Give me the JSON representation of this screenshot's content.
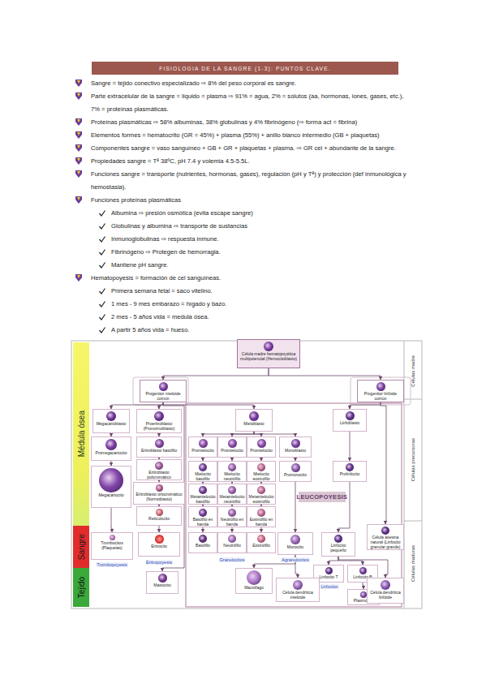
{
  "diagram": {
    "title": "FISIOLOGIA DE LA SANGRE (1-3): PUNTOS CLAVE.",
    "nodes": [
      {
        "text": [
          "Célula madre hematopoyética multipotencial (Hemocitoblasto)"
        ]
      },
      {
        "text": [
          "Progenitor mieloide común"
        ]
      },
      {
        "text": [
          "Progenitor linfoide común"
        ]
      },
      {
        "text": [
          "Megacarioblasto"
        ]
      },
      {
        "text": [
          "Proeritroblasto (Pronormoblasto)"
        ]
      },
      {
        "text": [
          "Mieloblasto"
        ]
      },
      {
        "text": [
          "Linfoblasto"
        ]
      },
      {
        "text": [
          "Promegacariocito"
        ]
      },
      {
        "text": [
          "Eritroblasto basófilo"
        ]
      },
      {
        "text": [
          "Promielocito"
        ]
      },
      {
        "text": [
          "Promielocito"
        ]
      },
      {
        "text": [
          "Promielocito"
        ]
      },
      {
        "text": [
          "Monoblasto"
        ]
      },
      {
        "text": [
          "Eritroblasto policromático"
        ]
      },
      {
        "text": [
          "Megacariocito"
        ]
      },
      {
        "text": [
          "Mielocito basófilo"
        ]
      },
      {
        "text": [
          "Mielocito neutrófilo"
        ]
      },
      {
        "text": [
          "Mielocito eosinófilo"
        ]
      },
      {
        "text": [
          "Promonocito"
        ]
      },
      {
        "text": [
          "Prolinfocito"
        ]
      },
      {
        "text": [
          "Eritroblasto ortocromático (Normoblasto)"
        ]
      },
      {
        "text": [
          "Metamielocito basófilo"
        ]
      },
      {
        "text": [
          "Metamielocito neutrófilo"
        ]
      },
      {
        "text": [
          "Metamielocito eosinófilo"
        ]
      },
      {
        "text": [
          "Reticulocito"
        ]
      },
      {
        "text": [
          "Basófilo en banda"
        ]
      },
      {
        "text": [
          "Neutrófilo en banda"
        ]
      },
      {
        "text": [
          "Eosinófilo en banda"
        ]
      },
      {
        "text": [
          "Trombocitos (Plaquetas)"
        ]
      },
      {
        "text": [
          "Eritrocito"
        ]
      },
      {
        "text": [
          "Basófilo"
        ]
      },
      {
        "text": [
          "Neutrófilo"
        ]
      },
      {
        "text": [
          "Eosinófilo"
        ]
      },
      {
        "text": [
          "Monocito"
        ]
      },
      {
        "text": [
          "Célula asesina natural (Linfocito granular grande)"
        ]
      },
      {
        "text": [
          "Linfocito pequeño"
        ]
      },
      {
        "text": [
          "Linfocito T"
        ]
      },
      {
        "text": [
          "Linfocito B"
        ]
      },
      {
        "text": [
          "Plasmocito"
        ]
      },
      {
        "text": [
          "Mastocito"
        ]
      },
      {
        "text": [
          "Macrófago"
        ]
      },
      {
        "text": [
          "Célula dendrítica mieloide"
        ]
      },
      {
        "text": [
          "Célula dendrítica linfoide"
        ]
      },
      {
        "text": [
          "Médula ósea"
        ]
      },
      {
        "text": [
          "Sangre"
        ]
      },
      {
        "text": [
          "Tejido"
        ]
      },
      {
        "text": [
          "LEUCOPOYESIS"
        ]
      }
    ],
    "edges": [
      {
        "from": 0,
        "to": 1,
        "arrow": "to"
      },
      {
        "from": 0,
        "to": 2,
        "arrow": "to"
      },
      {
        "from": 1,
        "to": 3,
        "arrow": "to"
      },
      {
        "from": 1,
        "to": 4,
        "arrow": "to"
      },
      {
        "from": 1,
        "to": 5,
        "arrow": "to"
      },
      {
        "from": 1,
        "to": 39,
        "arrow": "to"
      },
      {
        "from": 2,
        "to": 6,
        "arrow": "to"
      },
      {
        "from": 2,
        "to": 34,
        "arrow": "to"
      },
      {
        "from": 3,
        "to": 7,
        "arrow": "to"
      },
      {
        "from": 7,
        "to": 14,
        "arrow": "to"
      },
      {
        "from": 14,
        "to": 28,
        "arrow": "to"
      },
      {
        "from": 4,
        "to": 8,
        "arrow": "to"
      },
      {
        "from": 8,
        "to": 13,
        "arrow": "to"
      },
      {
        "from": 13,
        "to": 20,
        "arrow": "to"
      },
      {
        "from": 20,
        "to": 24,
        "arrow": "to"
      },
      {
        "from": 24,
        "to": 29,
        "arrow": "to"
      },
      {
        "from": 5,
        "to": 9,
        "arrow": "to"
      },
      {
        "from": 5,
        "to": 10,
        "arrow": "to"
      },
      {
        "from": 5,
        "to": 11,
        "arrow": "to"
      },
      {
        "from": 5,
        "to": 12,
        "arrow": "to"
      },
      {
        "from": 9,
        "to": 15,
        "arrow": "to"
      },
      {
        "from": 10,
        "to": 16,
        "arrow": "to"
      },
      {
        "from": 11,
        "to": 17,
        "arrow": "to"
      },
      {
        "from": 15,
        "to": 21,
        "arrow": "to"
      },
      {
        "from": 16,
        "to": 22,
        "arrow": "to"
      },
      {
        "from": 17,
        "to": 23,
        "arrow": "to"
      },
      {
        "from": 21,
        "to": 25,
        "arrow": "to"
      },
      {
        "from": 22,
        "to": 26,
        "arrow": "to"
      },
      {
        "from": 23,
        "to": 27,
        "arrow": "to"
      },
      {
        "from": 25,
        "to": 30,
        "arrow": "to"
      },
      {
        "from": 26,
        "to": 31,
        "arrow": "to"
      },
      {
        "from": 27,
        "to": 32,
        "arrow": "to"
      },
      {
        "from": 12,
        "to": 18,
        "arrow": "to"
      },
      {
        "from": 18,
        "to": 33,
        "arrow": "to"
      },
      {
        "from": 33,
        "to": 40,
        "arrow": "to"
      },
      {
        "from": 33,
        "to": 41,
        "arrow": "to"
      },
      {
        "from": 6,
        "to": 19,
        "arrow": "to"
      },
      {
        "from": 19,
        "to": 35,
        "arrow": "to"
      },
      {
        "from": 35,
        "to": 36,
        "arrow": "to"
      },
      {
        "from": 35,
        "to": 37,
        "arrow": "to"
      },
      {
        "from": 37,
        "to": 38,
        "arrow": "to"
      },
      {
        "from": 35,
        "to": 42,
        "arrow": "to"
      }
    ],
    "labels": [
      "Sangre = tejido conectivo especializado ⇨ 8% del peso corporal es sangre.",
      "Parte extracelular de la sangre = liquido = plasma ⇨ 91% = agua, 2% = solutos (aa, hormonas, iones, gases, etc.), 7% = proteínas plasmáticas.",
      "Proteínas plasmáticas ⇨ 58% albuminas, 38% globulinas y 4% fibrinógeno (⇨ forma act = fibrina)",
      "Elementos formes = hematocrito (GR = 45%) + plasma (55%) + anillo blanco intermedio (GB + plaquetas)",
      "Componentes sangre = vaso sanguíneo + GB + GR + plaquetas + plasma. ⇨ GR cel + abundante de la sangre.",
      "Propiedades sangre = Tª 38ºC, pH 7.4 y volemia 4.5-5.5L.",
      "Funciones sangre = transporte (nutrientes, hormonas, gases), regulación (pH y Tª) y protección (def inmunológica y hemostasia).",
      "Funciones proteínas plasmáticas",
      "Albumina ⇨ presión osmótica (evita escape sangre)",
      "Globulinas y albumina ⇨ transporte de sustancias",
      "Inmunoglobulinas ⇨ respuesta inmune.",
      "Fibrinógeno ⇨ Protegen de hemorragia.",
      "Mantiene pH sangre.",
      "Hematopoyesis = formación de cel sanguíneas.",
      "Primera semana fetal = saco vitelino.",
      "1 mes - 9 mes embarazo = hígado y bazo.",
      "2 mes - 5 años vida = medula ósea.",
      "A partir 5 años vida = hueso.",
      "Granulocitos",
      "Agranulocitos",
      "Linfocitos",
      "Trombopoyesis",
      "Eritropoyesis",
      "Células madre",
      "Células precursoras",
      "Células maduras"
    ]
  }
}
